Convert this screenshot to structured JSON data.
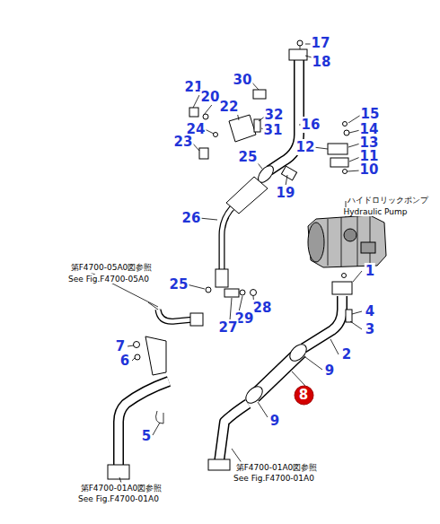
{
  "diagram": {
    "nodes": [
      {
        "text": [
          "8"
        ]
      }
    ],
    "labels": [
      "17",
      "18",
      "21",
      "20",
      "30",
      "22",
      "32",
      "31",
      "16",
      "15",
      "14",
      "24",
      "23",
      "25",
      "12",
      "13",
      "11",
      "10",
      "19",
      "ハイドロリックポンプ",
      "Hydraulic Pump",
      "26",
      "第F4700-05A0図参照",
      "See Fig.F4700-05A0",
      "1",
      "25",
      "28",
      "4",
      "29",
      "27",
      "3",
      "2",
      "7",
      "6",
      "9",
      "9",
      "5",
      "第F4700-01A0図参照",
      "See Fig.F4700-01A0",
      "第F4700-01A0図参照",
      "See Fig.F4700-01A0"
    ]
  }
}
